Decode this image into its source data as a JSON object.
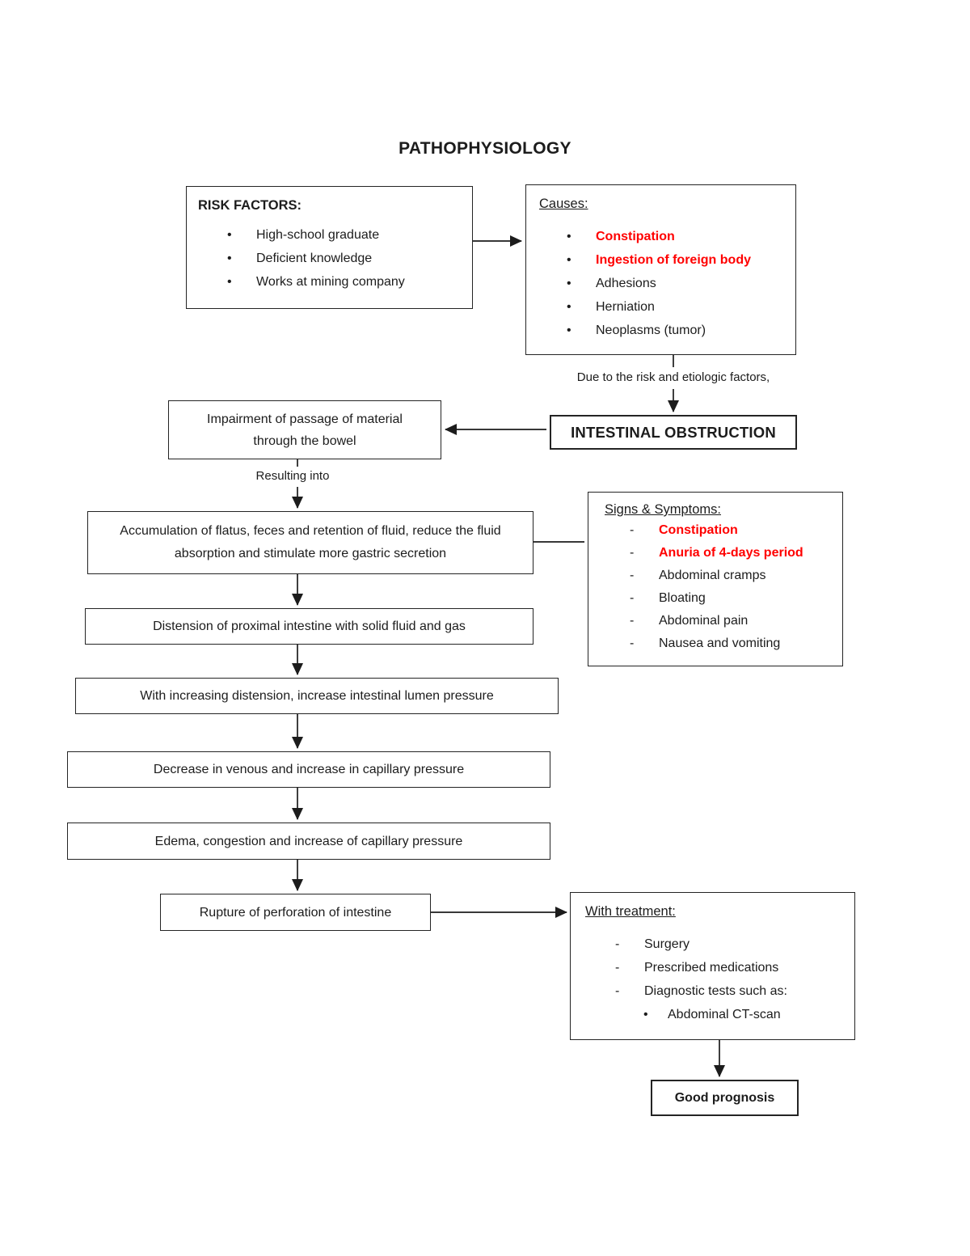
{
  "title": "PATHOPHYSIOLOGY",
  "colors": {
    "highlight_text": "#ff0000",
    "text": "#1c1c1c",
    "border": "#242424",
    "background": "#ffffff"
  },
  "markers": {
    "bullet": "•",
    "dash": "-"
  },
  "risk_factors": {
    "header": "RISK FACTORS:",
    "items": [
      "High-school graduate",
      "Deficient knowledge",
      "Works at mining company"
    ]
  },
  "causes": {
    "header": "Causes:",
    "items": [
      {
        "label": "Constipation",
        "highlight": true
      },
      {
        "label": "Ingestion of foreign body",
        "highlight": true
      },
      {
        "label": "Adhesions",
        "highlight": false
      },
      {
        "label": "Herniation",
        "highlight": false
      },
      {
        "label": "Neoplasms (tumor)",
        "highlight": false
      }
    ]
  },
  "connector_labels": {
    "due_to": "Due to the risk and etiologic factors,",
    "resulting_into": "Resulting into"
  },
  "nodes": {
    "intestinal_obstruction": "INTESTINAL OBSTRUCTION",
    "impairment": "Impairment of passage of material through the bowel",
    "accumulation": "Accumulation of flatus, feces and retention of fluid, reduce the fluid absorption and stimulate more gastric secretion",
    "distension": "Distension of proximal intestine with solid fluid and gas",
    "lumen_pressure": "With increasing distension, increase intestinal lumen pressure",
    "venous": "Decrease in venous and increase in capillary pressure",
    "edema": "Edema, congestion and increase of capillary pressure",
    "rupture": "Rupture of perforation of intestine",
    "good_prognosis": "Good prognosis"
  },
  "signs_symptoms": {
    "header": "Signs & Symptoms:",
    "items": [
      {
        "label": "Constipation",
        "highlight": true
      },
      {
        "label": "Anuria of 4-days period",
        "highlight": true
      },
      {
        "label": "Abdominal cramps",
        "highlight": false
      },
      {
        "label": "Bloating",
        "highlight": false
      },
      {
        "label": "Abdominal pain",
        "highlight": false
      },
      {
        "label": "Nausea and vomiting",
        "highlight": false
      }
    ]
  },
  "treatment": {
    "header": "With treatment:",
    "items": [
      "Surgery",
      "Prescribed medications",
      "Diagnostic tests such as:"
    ],
    "sub_items": [
      "Abdominal CT-scan"
    ]
  }
}
